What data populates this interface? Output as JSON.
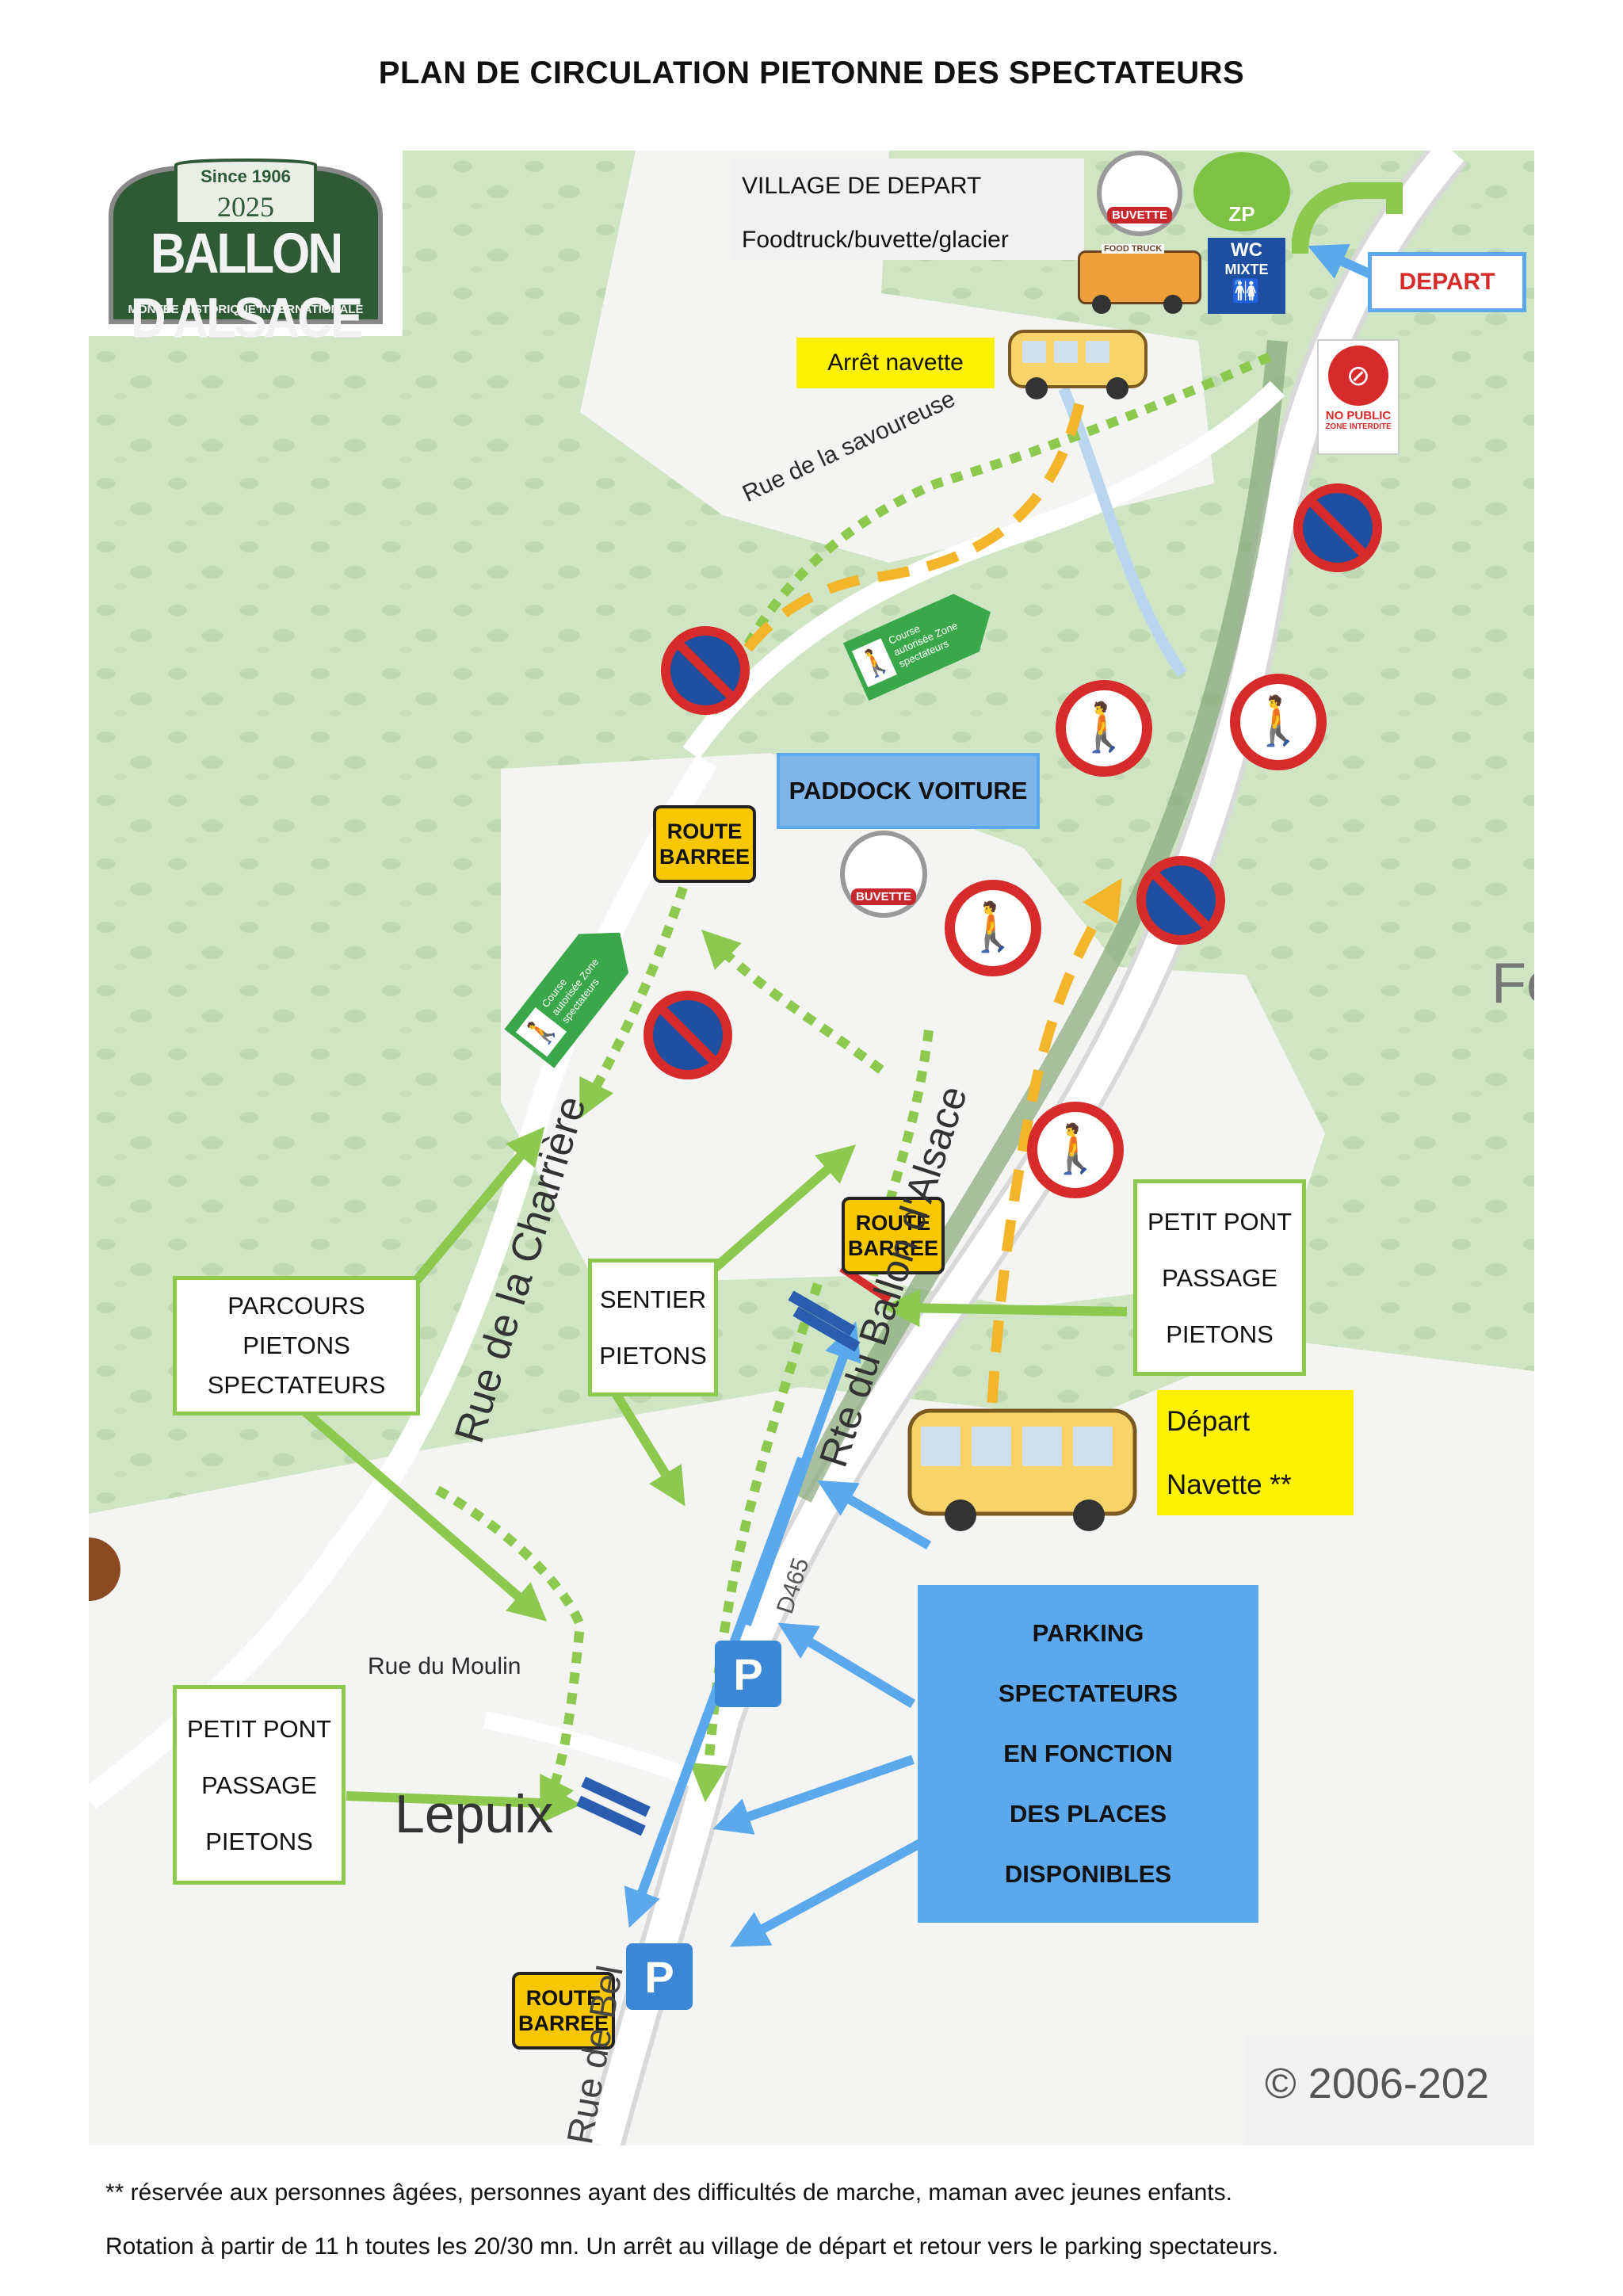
{
  "title": "PLAN DE CIRCULATION PIETONNE DES SPECTATEURS",
  "logo": {
    "since": "Since 1906",
    "year": "2025",
    "name": "BALLON D'ALSACE",
    "subtitle": "MONTEE HISTORIQUE INTERNATIONALE"
  },
  "village": {
    "line1": "VILLAGE DE DEPART",
    "line2": "Foodtruck/buvette/glacier"
  },
  "icons": {
    "buvette": "BUVETTE",
    "zp": "ZP",
    "wc_line1": "WC",
    "wc_line2": "MIXTE",
    "food_truck": "FOOD TRUCK",
    "no_public_line1": "NO PUBLIC",
    "no_public_line2": "ZONE INTERDITE",
    "stationnement": "STATIONNEMENT INTERDIT",
    "zone_spectateurs": "Course autorisée Zone spectateurs"
  },
  "depart": "DEPART",
  "arret_navette": "Arrêt navette",
  "paddock": "PADDOCK VOITURE",
  "route_barree": {
    "line1": "ROUTE",
    "line2": "BARREE"
  },
  "roads": {
    "savoureuse": "Rue de la savoureuse",
    "charriere": "Rue de la Charrière",
    "rte_alsace": "Rte du Ballon d'Alsace",
    "d465": "D465",
    "moulin": "Rue du Moulin",
    "lepuix": "Lepuix",
    "fe": "Fe",
    "bel": "Rue de Bel"
  },
  "boxes": {
    "parcours": [
      "PARCOURS",
      "PIETONS",
      "SPECTATEURS"
    ],
    "sentier": [
      "SENTIER",
      "PIETONS"
    ],
    "petit_pont_top": [
      "PETIT PONT",
      "PASSAGE",
      "PIETONS"
    ],
    "petit_pont_bottom": [
      "PETIT PONT",
      "PASSAGE",
      "PIETONS"
    ],
    "parking": [
      "PARKING",
      "SPECTATEURS",
      "EN FONCTION",
      "DES PLACES",
      "DISPONIBLES"
    ],
    "depart_navette": [
      "Départ",
      "Navette **"
    ]
  },
  "parking_symbol": "P",
  "copyright": "© 2006-202",
  "footer": {
    "line1": "** réservée aux personnes âgées, personnes ayant des difficultés de marche, maman avec jeunes  enfants.",
    "line2": "Rotation à partir de 11 h  toutes les 20/30 mn. Un arrêt au village de départ et retour vers le parking spectateurs."
  },
  "colors": {
    "green_path": "#8cc94e",
    "blue_path": "#5ba8ec",
    "yellow_path": "#f3b52a",
    "forest": "#cfe5c4",
    "clearing": "#f4f5f2",
    "road": "#ffffff",
    "logo_green": "#2e5a36"
  }
}
